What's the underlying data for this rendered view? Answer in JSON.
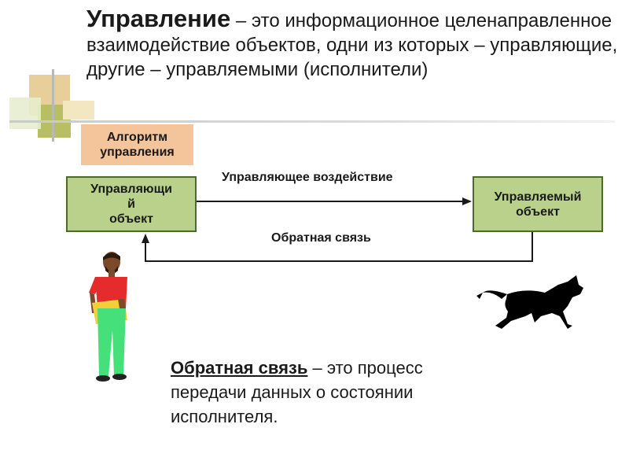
{
  "heading": {
    "term": "Управление",
    "text": " – это информационное целенаправленное взаимодействие объектов, одни из которых – управляющие, другие – управляемыми (исполнители)"
  },
  "diagram": {
    "algorithm_box": "Алгоритм управления",
    "controlling_box": "Управляющи\nй\nобъект",
    "controlled_box": "Управляемый объект",
    "control_label": "Управляющее воздействие",
    "feedback_label": "Обратная связь"
  },
  "definition": {
    "term": "Обратная связь",
    "text": " – это процесс передачи данных о состоянии исполнителя."
  },
  "colors": {
    "box_fill": "#b9d18a",
    "box_border": "#4c6b2a",
    "algorithm_fill": "#f4c49a"
  },
  "icons": [
    "person-illustration",
    "dog-silhouette-icon"
  ]
}
